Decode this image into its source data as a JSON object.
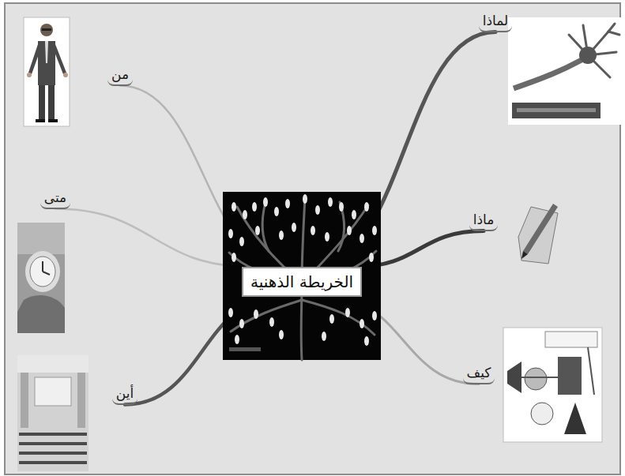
{
  "diagram": {
    "nodes": [
      {
        "text": [
          "الخريطة الذهنية"
        ]
      },
      {
        "text": [
          "لماذا"
        ]
      },
      {
        "text": [
          "ماذا"
        ]
      },
      {
        "text": [
          "كيف"
        ]
      },
      {
        "text": [
          "من"
        ]
      },
      {
        "text": [
          "متى"
        ]
      },
      {
        "text": [
          "أين"
        ]
      }
    ],
    "edges": [
      {
        "from": 0,
        "to": 1,
        "arrow": "none"
      },
      {
        "from": 0,
        "to": 2,
        "arrow": "none"
      },
      {
        "from": 0,
        "to": 3,
        "arrow": "none"
      },
      {
        "from": 0,
        "to": 4,
        "arrow": "none"
      },
      {
        "from": 0,
        "to": 5,
        "arrow": "none"
      },
      {
        "from": 0,
        "to": 6,
        "arrow": "none"
      }
    ]
  }
}
